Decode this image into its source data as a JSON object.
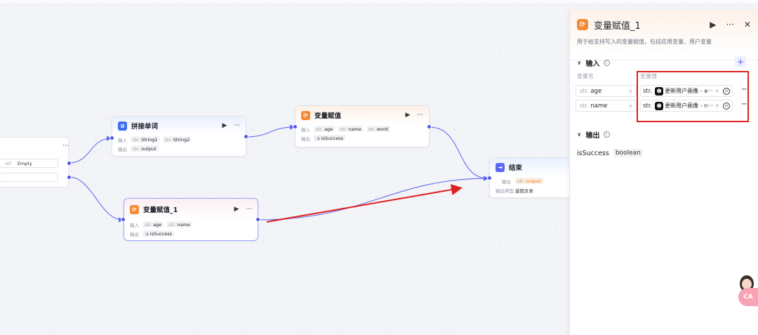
{
  "canvas": {
    "nodes": {
      "left_partial": {
        "more": "···",
        "input_type": "ref",
        "input_value": "Empty"
      },
      "concat": {
        "title": "拼接单词",
        "icon": "text-concat-icon",
        "run": "▶",
        "more": "···",
        "input_label": "输入",
        "inputs": [
          {
            "type": "str.",
            "name": "String1"
          },
          {
            "type": "str.",
            "name": "String2"
          }
        ],
        "output_label": "输出",
        "outputs": [
          {
            "type": "str.",
            "name": "output"
          }
        ]
      },
      "assign": {
        "title": "变量赋值",
        "icon": "variable-assign-icon",
        "run": "▶",
        "more": "···",
        "input_label": "输入",
        "inputs": [
          {
            "type": "str.",
            "name": "age"
          },
          {
            "type": "str.",
            "name": "name"
          },
          {
            "type": "str.",
            "name": "word"
          }
        ],
        "output_label": "输出",
        "outputs": [
          {
            "type": "◑",
            "name": "isSuccess"
          }
        ]
      },
      "assign1": {
        "title": "变量赋值_1",
        "icon": "variable-assign-icon",
        "run": "▶",
        "more": "···",
        "input_label": "输入",
        "inputs": [
          {
            "type": "str.",
            "name": "age"
          },
          {
            "type": "str.",
            "name": "name"
          }
        ],
        "output_label": "输出",
        "outputs": [
          {
            "type": "◑",
            "name": "isSuccess"
          }
        ]
      },
      "end": {
        "title": "结束",
        "icon": "end-node-icon",
        "output_label": "输出",
        "output_type": "str.",
        "output_name": "output",
        "output_kind_label": "输出类型",
        "output_kind": "返回文本"
      }
    }
  },
  "panel": {
    "title": "变量赋值_1",
    "icon": "variable-assign-icon",
    "run": "▶",
    "more": "···",
    "close": "✕",
    "description": "用于给支持写入的变量赋值，包括应用变量、用户变量",
    "input_section": {
      "title": "输入",
      "add": "+",
      "col_name": "变量名",
      "col_value": "变量值",
      "rows": [
        {
          "name_type": "str.",
          "name": "age",
          "value_type": "str.",
          "ref": "更新用户画像 - a···",
          "remove": "−"
        },
        {
          "name_type": "str.",
          "name": "name",
          "value_type": "str.",
          "ref": "更新用户画像 - n···",
          "remove": "−"
        }
      ]
    },
    "output_section": {
      "title": "输出",
      "name": "isSuccess",
      "type": "boolean"
    }
  },
  "assistant": {
    "badge": "CA"
  },
  "colors": {
    "accent": "#4e5ae8",
    "annotation": "#e02020",
    "assign": "#f58a35",
    "concat": "#3d6ff0"
  }
}
